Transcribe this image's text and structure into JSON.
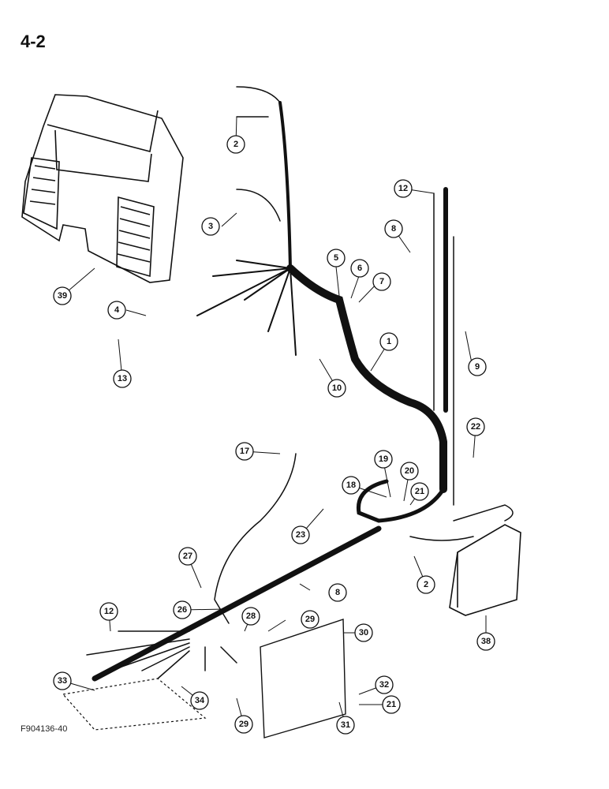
{
  "page_label": "4-2",
  "figure_code": "F904136-40",
  "ink_color": "#111111",
  "callouts": [
    {
      "id": "1",
      "label": "1"
    },
    {
      "id": "2a",
      "label": "2"
    },
    {
      "id": "2b",
      "label": "2"
    },
    {
      "id": "3",
      "label": "3"
    },
    {
      "id": "4",
      "label": "4"
    },
    {
      "id": "5",
      "label": "5"
    },
    {
      "id": "6",
      "label": "6"
    },
    {
      "id": "7",
      "label": "7"
    },
    {
      "id": "8a",
      "label": "8"
    },
    {
      "id": "8b",
      "label": "8"
    },
    {
      "id": "9",
      "label": "9"
    },
    {
      "id": "10",
      "label": "10"
    },
    {
      "id": "12a",
      "label": "12"
    },
    {
      "id": "12b",
      "label": "12"
    },
    {
      "id": "13",
      "label": "13"
    },
    {
      "id": "17",
      "label": "17"
    },
    {
      "id": "18",
      "label": "18"
    },
    {
      "id": "19",
      "label": "19"
    },
    {
      "id": "20",
      "label": "20"
    },
    {
      "id": "21a",
      "label": "21"
    },
    {
      "id": "21b",
      "label": "21"
    },
    {
      "id": "22",
      "label": "22"
    },
    {
      "id": "23",
      "label": "23"
    },
    {
      "id": "26",
      "label": "26"
    },
    {
      "id": "27",
      "label": "27"
    },
    {
      "id": "28",
      "label": "28"
    },
    {
      "id": "29a",
      "label": "29"
    },
    {
      "id": "29b",
      "label": "29"
    },
    {
      "id": "30",
      "label": "30"
    },
    {
      "id": "31",
      "label": "31"
    },
    {
      "id": "32",
      "label": "32"
    },
    {
      "id": "33",
      "label": "33"
    },
    {
      "id": "34",
      "label": "34"
    },
    {
      "id": "38",
      "label": "38"
    },
    {
      "id": "39",
      "label": "39"
    }
  ]
}
